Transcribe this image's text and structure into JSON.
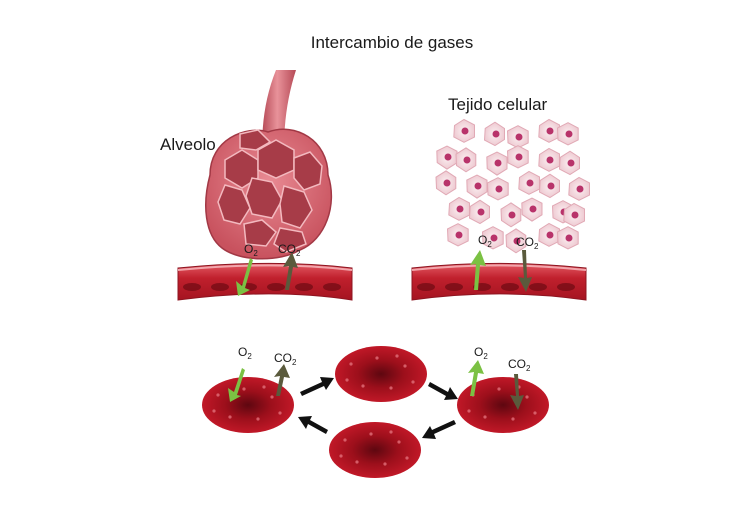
{
  "title": "Intercambio de gases",
  "labels": {
    "alveolo": "Alveolo",
    "tejido": "Tejido celular"
  },
  "gases": {
    "o2": "O",
    "o2_sub": "2",
    "co2": "CO",
    "co2_sub": "2"
  },
  "colors": {
    "blood": "#b3121f",
    "blood_dark": "#6e0a12",
    "alveolus": "#d96a75",
    "alveolus_dark": "#a23845",
    "cell": "#f7dfe4",
    "nucleus": "#b8336a",
    "o2_arrow": "#7bc143",
    "co2_arrow": "#5a5a3c",
    "cycle_arrow": "#111111"
  }
}
